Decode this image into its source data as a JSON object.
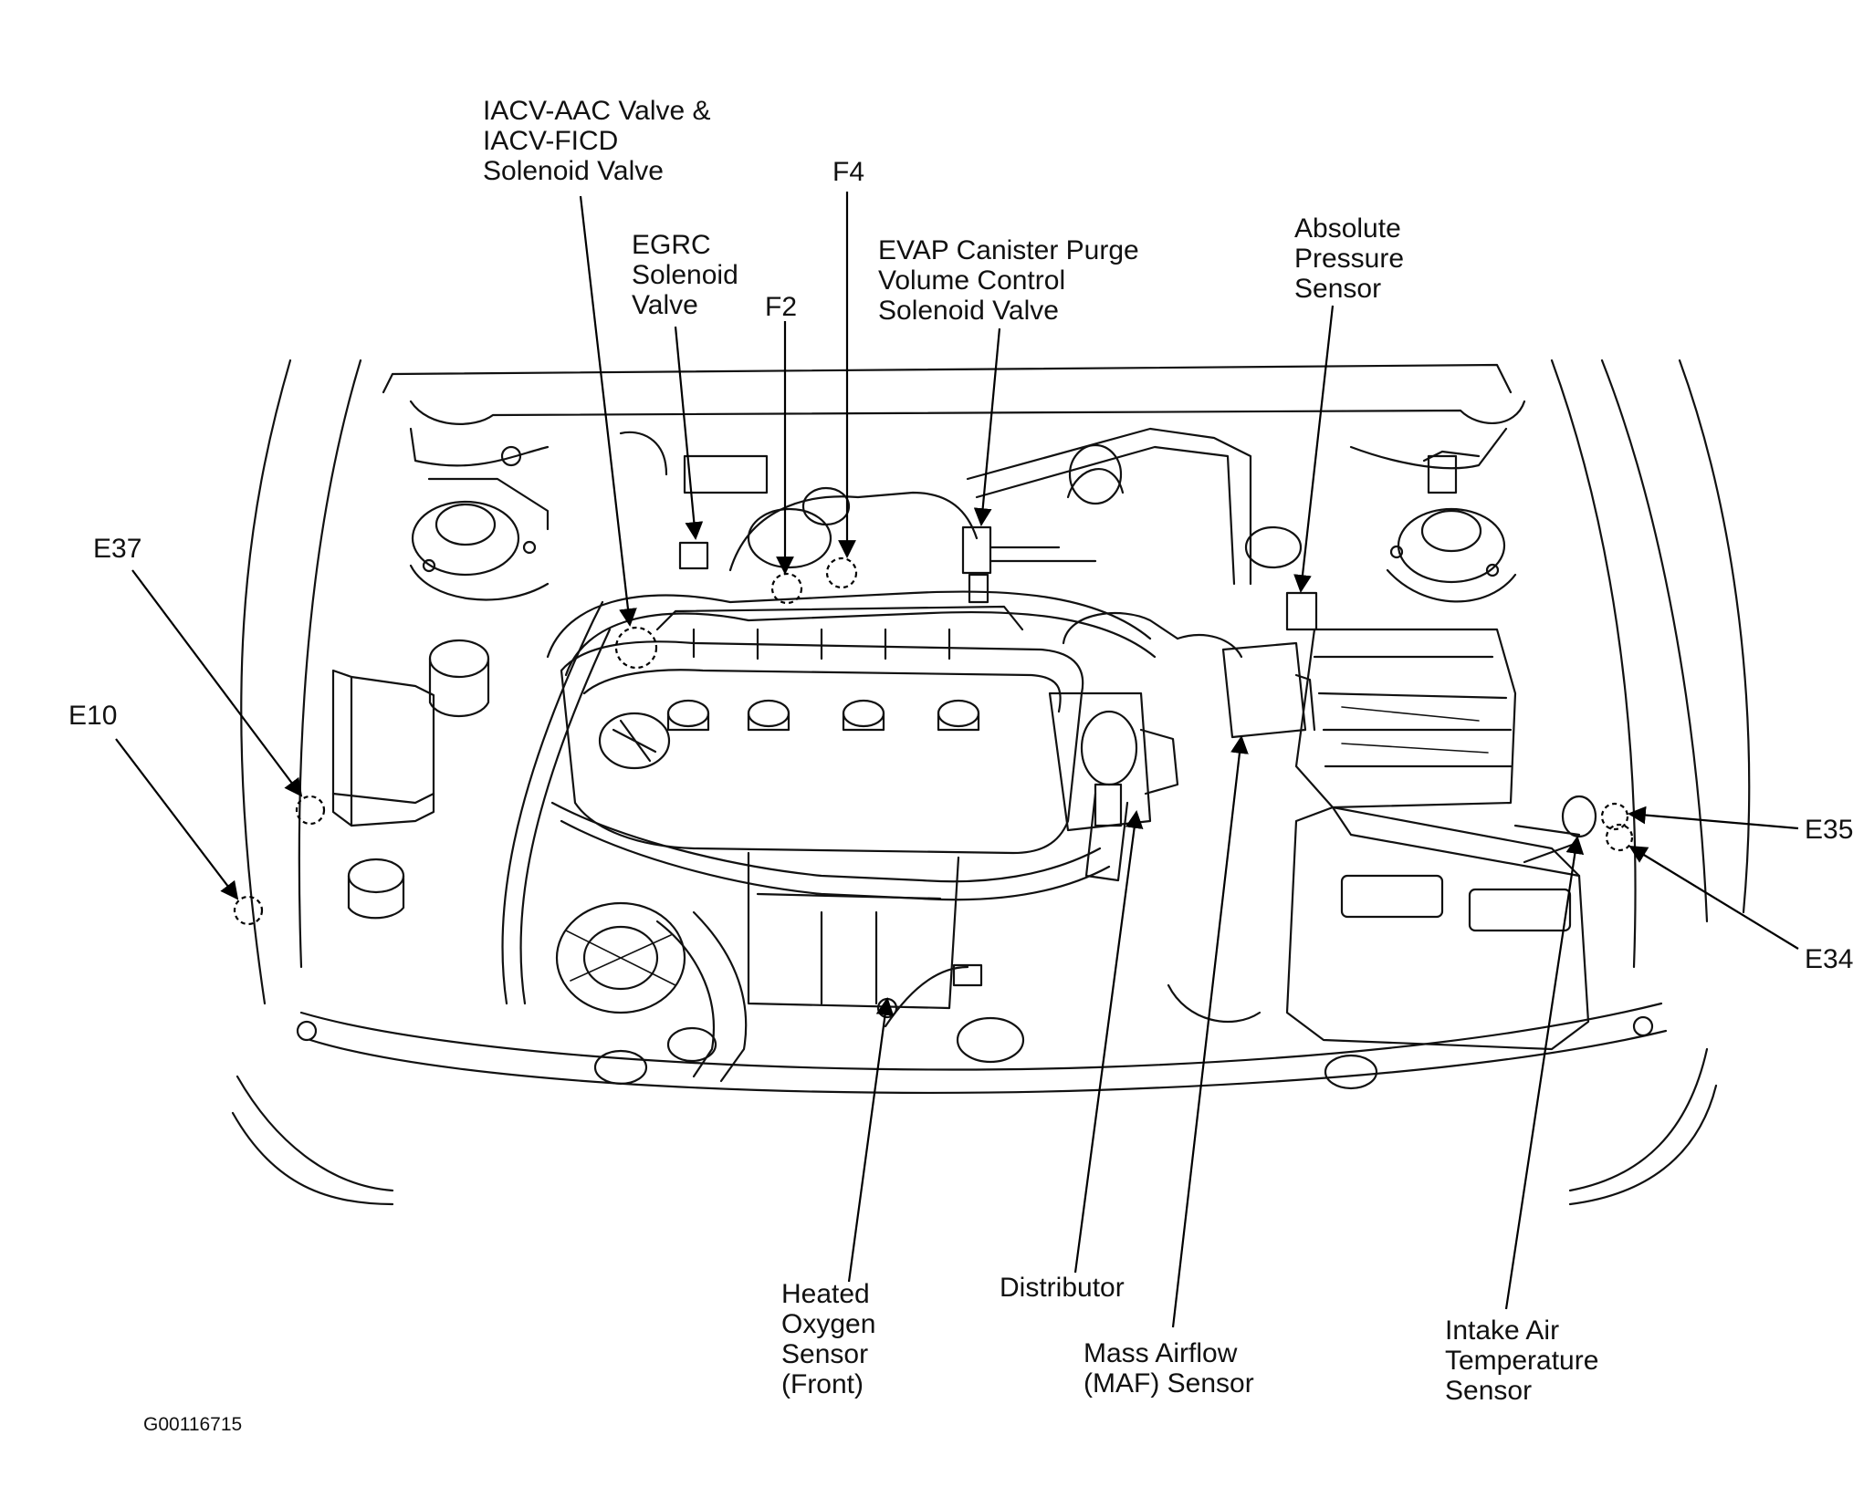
{
  "diagram": {
    "figure_code": "G00116715",
    "labels": {
      "iacv": "IACV-AAC Valve &\nIACV-FICD\nSolenoid Valve",
      "f4": "F4",
      "egrc": "EGRC\nSolenoid\nValve",
      "f2": "F2",
      "evap": "EVAP Canister Purge\nVolume Control\nSolenoid Valve",
      "absolute_pressure": "Absolute\nPressure\nSensor",
      "e37": "E37",
      "e10": "E10",
      "e35": "E35",
      "e34": "E34",
      "heated_oxygen": "Heated\nOxygen\nSensor\n(Front)",
      "distributor": "Distributor",
      "maf": "Mass Airflow\n(MAF) Sensor",
      "intake_air_temp": "Intake Air\nTemperature\nSensor"
    }
  }
}
